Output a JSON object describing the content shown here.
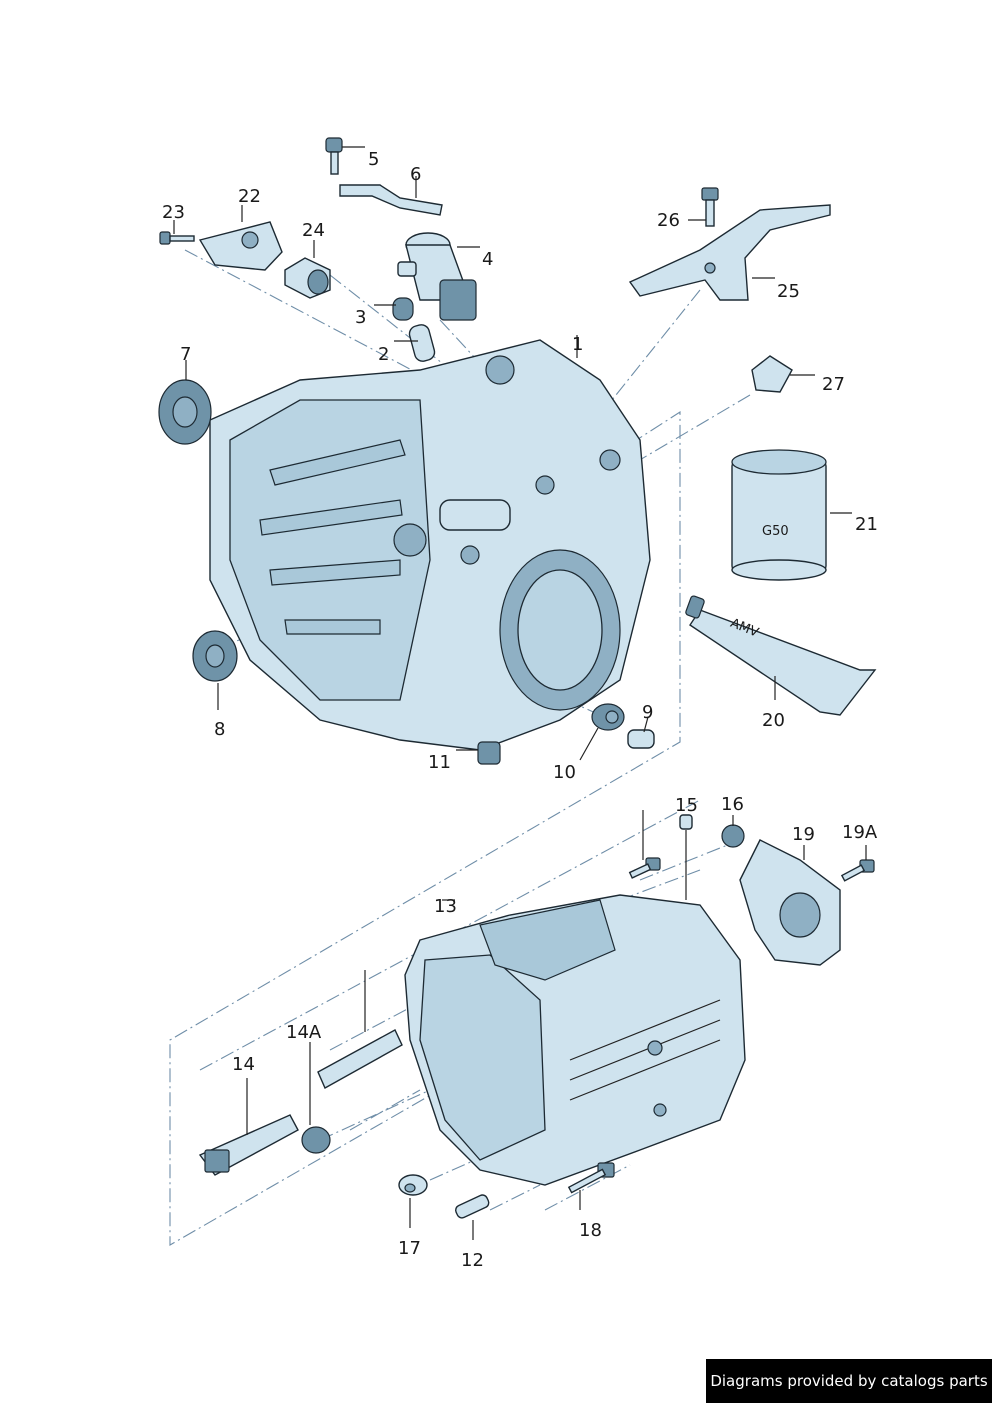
{
  "callouts": [
    {
      "id": "c1",
      "text": "1"
    },
    {
      "id": "c2",
      "text": "2"
    },
    {
      "id": "c3",
      "text": "3"
    },
    {
      "id": "c4",
      "text": "4"
    },
    {
      "id": "c5",
      "text": "5"
    },
    {
      "id": "c6",
      "text": "6"
    },
    {
      "id": "c7",
      "text": "7"
    },
    {
      "id": "c8",
      "text": "8"
    },
    {
      "id": "c9",
      "text": "9"
    },
    {
      "id": "c10",
      "text": "10"
    },
    {
      "id": "c11",
      "text": "11"
    },
    {
      "id": "c12",
      "text": "12"
    },
    {
      "id": "c13",
      "text": "13"
    },
    {
      "id": "c14",
      "text": "14"
    },
    {
      "id": "c14a",
      "text": "14A"
    },
    {
      "id": "c15",
      "text": "15"
    },
    {
      "id": "c16",
      "text": "16"
    },
    {
      "id": "c17",
      "text": "17"
    },
    {
      "id": "c18",
      "text": "18"
    },
    {
      "id": "c19",
      "text": "19"
    },
    {
      "id": "c19a",
      "text": "19A"
    },
    {
      "id": "c20",
      "text": "20"
    },
    {
      "id": "c21",
      "text": "21"
    },
    {
      "id": "c22",
      "text": "22"
    },
    {
      "id": "c23",
      "text": "23"
    },
    {
      "id": "c24",
      "text": "24"
    },
    {
      "id": "c25",
      "text": "25"
    },
    {
      "id": "c26",
      "text": "26"
    },
    {
      "id": "c27",
      "text": "27"
    }
  ],
  "can_label": "G50",
  "tube_label": "AMV",
  "footer": {
    "text": "Diagrams provided by catalogs parts"
  },
  "colors": {
    "part_fill": "#cfe3ee",
    "outline": "#1d2a33",
    "dash_line": "#6f8ea8",
    "footer_bg": "#000000"
  }
}
